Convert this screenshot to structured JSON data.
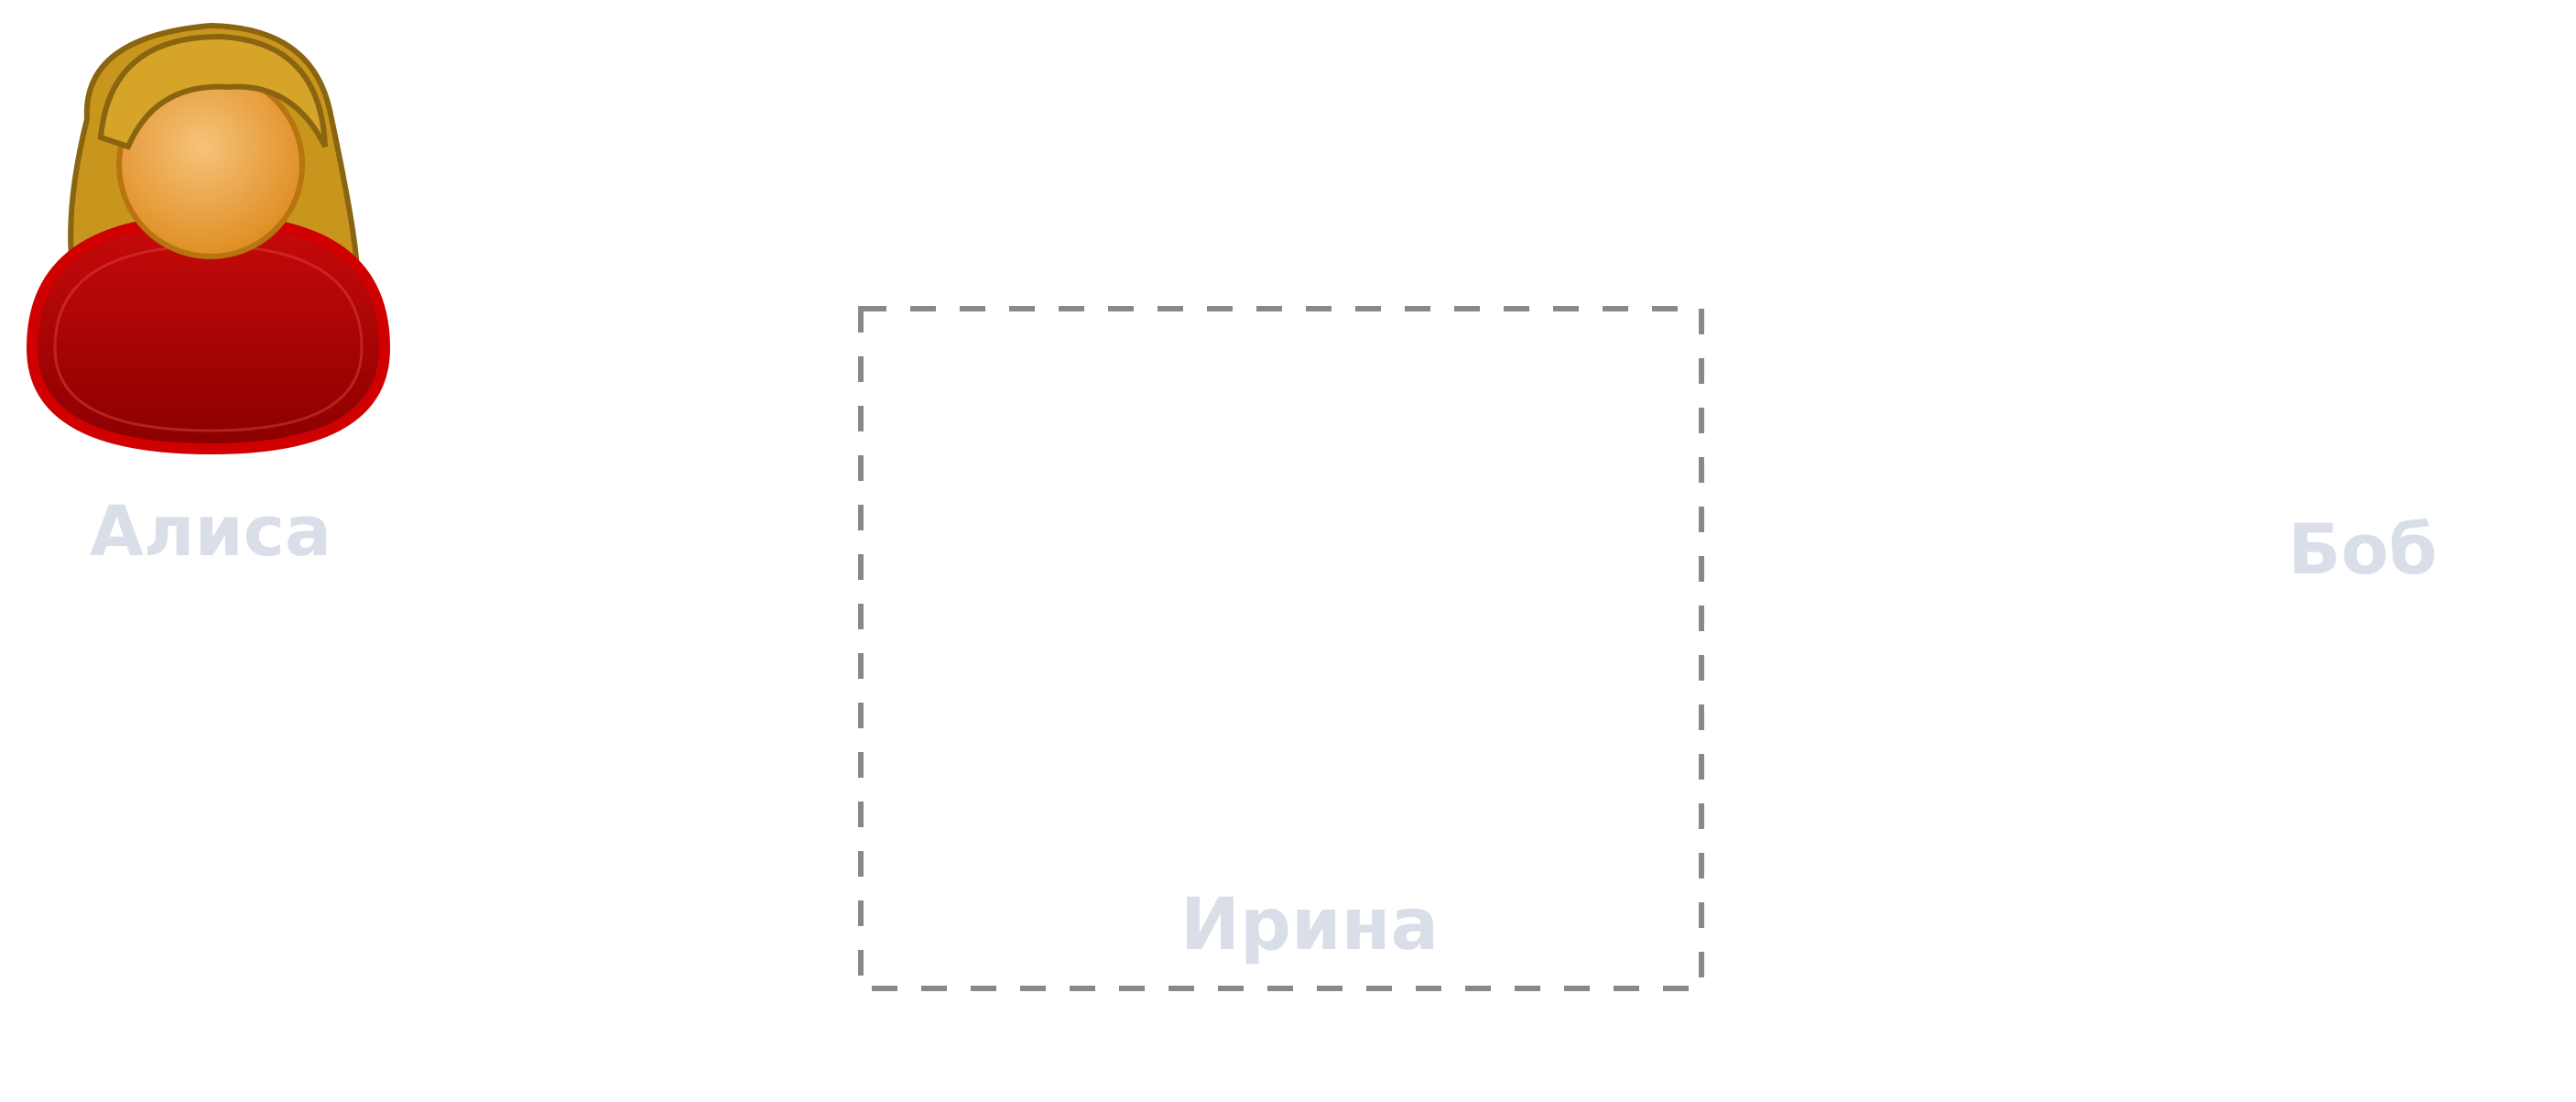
{
  "labels": {
    "alice": "Алиса",
    "bob": "Боб",
    "eve": "Ирина"
  },
  "icons": {
    "alice": "person-female-icon",
    "bob": "person-male-icon",
    "eve": "devil-face-icon",
    "lock": "padlock-icon",
    "shared_key": "glowing-gold-key-icon",
    "private_key": "red-key-icon",
    "public_key": "green-key-icon"
  },
  "colors": {
    "arrow_red": "#d42a0a",
    "channel_green": "#10c010",
    "key_gold": "#e8d020",
    "key_outline": "#9a7a10",
    "alice_shirt": "#b30000",
    "bob_shirt": "#3465a4",
    "skin": "#e8a040",
    "dashed_box": "#888888",
    "label_gray": "#d9dee8"
  }
}
